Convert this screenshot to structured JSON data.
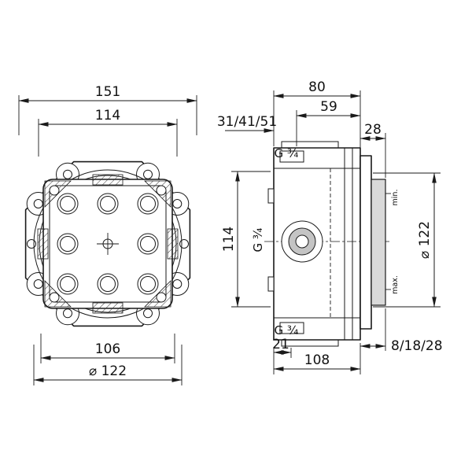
{
  "drawing": {
    "front_view": {
      "width_overall": "151",
      "hole_spacing_top": "114",
      "hole_spacing_bottom": "106",
      "flange_diameter": "⌀ 122"
    },
    "side_view": {
      "depth_overall": "80",
      "depth_body": "59",
      "install_depth_range": "31/41/51",
      "flange_to_cover": "28",
      "body_height": "114",
      "flange_diameter": "⌀ 122",
      "thread_top": "G ¾",
      "thread_left": "G ¾",
      "thread_bottom": "G ¾",
      "min_label": "min.",
      "max_label": "max.",
      "bottom_offset": "21",
      "back_depth": "108",
      "cover_adjust_range": "8/18/28"
    },
    "colors": {
      "line": "#1a1a1a",
      "background": "#ffffff",
      "cover_fill": "#d9d9d9",
      "port_fill": "#c4c4c4"
    }
  }
}
